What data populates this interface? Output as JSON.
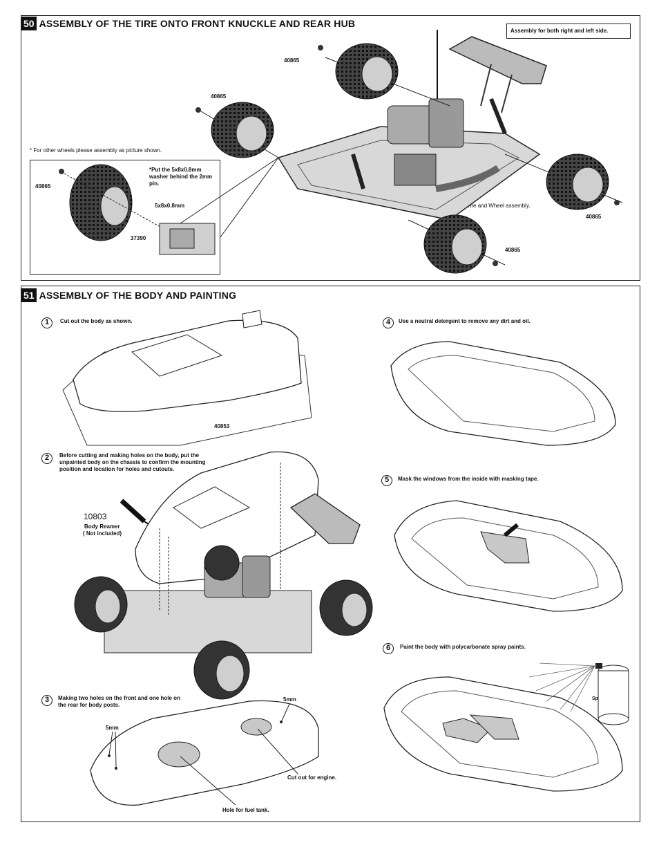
{
  "section50": {
    "number": "50",
    "title": "ASSEMBLY OF THE TIRE ONTO FRONT KNUCKLE AND REAR HUB",
    "note_box": "Assembly for both right and left side.",
    "footnote": "* For other wheels please assembly as picture shown.",
    "part_nut": "40865",
    "inset_washer_note": "*Put the 5x8x0.8mm washer behind the 2mm pin.",
    "inset_washer": "5x8x0.8mm",
    "inset_pin": "37390",
    "tire_wheel": "Tire and Wheel assembly."
  },
  "section51": {
    "number": "51",
    "title": "ASSEMBLY OF THE BODY AND PAINTING",
    "steps": [
      {
        "n": "1",
        "text": "Cut out the  body as shown."
      },
      {
        "n": "2",
        "text": "Before cutting and making holes on the body, put the unpainted body on the chassis to confirm the mounting position and location for holes and cutouts."
      },
      {
        "n": "3",
        "text": "Making two holes on the front and one hole on the rear for body posts."
      },
      {
        "n": "4",
        "text": "Use a neutral detergent to remove any dirt and oil."
      },
      {
        "n": "5",
        "text": "Mask the windows from  the inside with masking tape."
      },
      {
        "n": "6",
        "text": "Paint the body with polycarbonate spray paints."
      }
    ],
    "body_part": "40853",
    "reamer_part": "10803",
    "reamer_label": "Body Reamer",
    "reamer_note": "( Not included)",
    "hole_5mm": "5mm",
    "cut_engine": "Cut out for engine.",
    "hole_fuel": "Hole for fuel tank.",
    "spray_label": "Spray Paint"
  }
}
